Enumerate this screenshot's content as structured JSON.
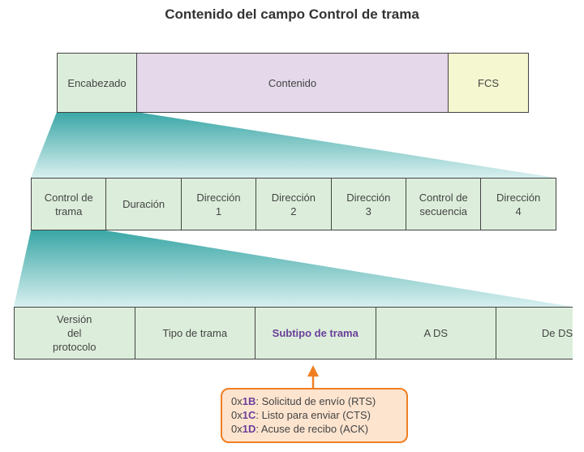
{
  "title": "Contenido del campo Control de trama",
  "frame": {
    "header": "Encabezado",
    "content": "Contenido",
    "fcs": "FCS"
  },
  "header_fields": [
    "Control de\ntrama",
    "Duración",
    "Dirección\n1",
    "Dirección\n2",
    "Dirección\n3",
    "Control de\nsecuencia",
    "Dirección\n4"
  ],
  "control_fields": [
    "Versión\ndel\nprotocolo",
    "Tipo de trama",
    "Subtipo de trama",
    "A DS",
    "De DS"
  ],
  "subtypes": [
    {
      "prefix": "0x",
      "code": "1B",
      "desc": ": Solicitud de envío (RTS)"
    },
    {
      "prefix": "0x",
      "code": "1C",
      "desc": ": Listo para enviar (CTS)"
    },
    {
      "prefix": "0x",
      "code": "1D",
      "desc": ": Acuse de recibo (ACK)"
    }
  ],
  "colors": {
    "green": "#dceedb",
    "purple": "#e4d8ea",
    "yellow": "#f4f7cf",
    "teal": "#53b6b3",
    "orange": "#f07f22",
    "highlight": "#6b3f9a"
  }
}
